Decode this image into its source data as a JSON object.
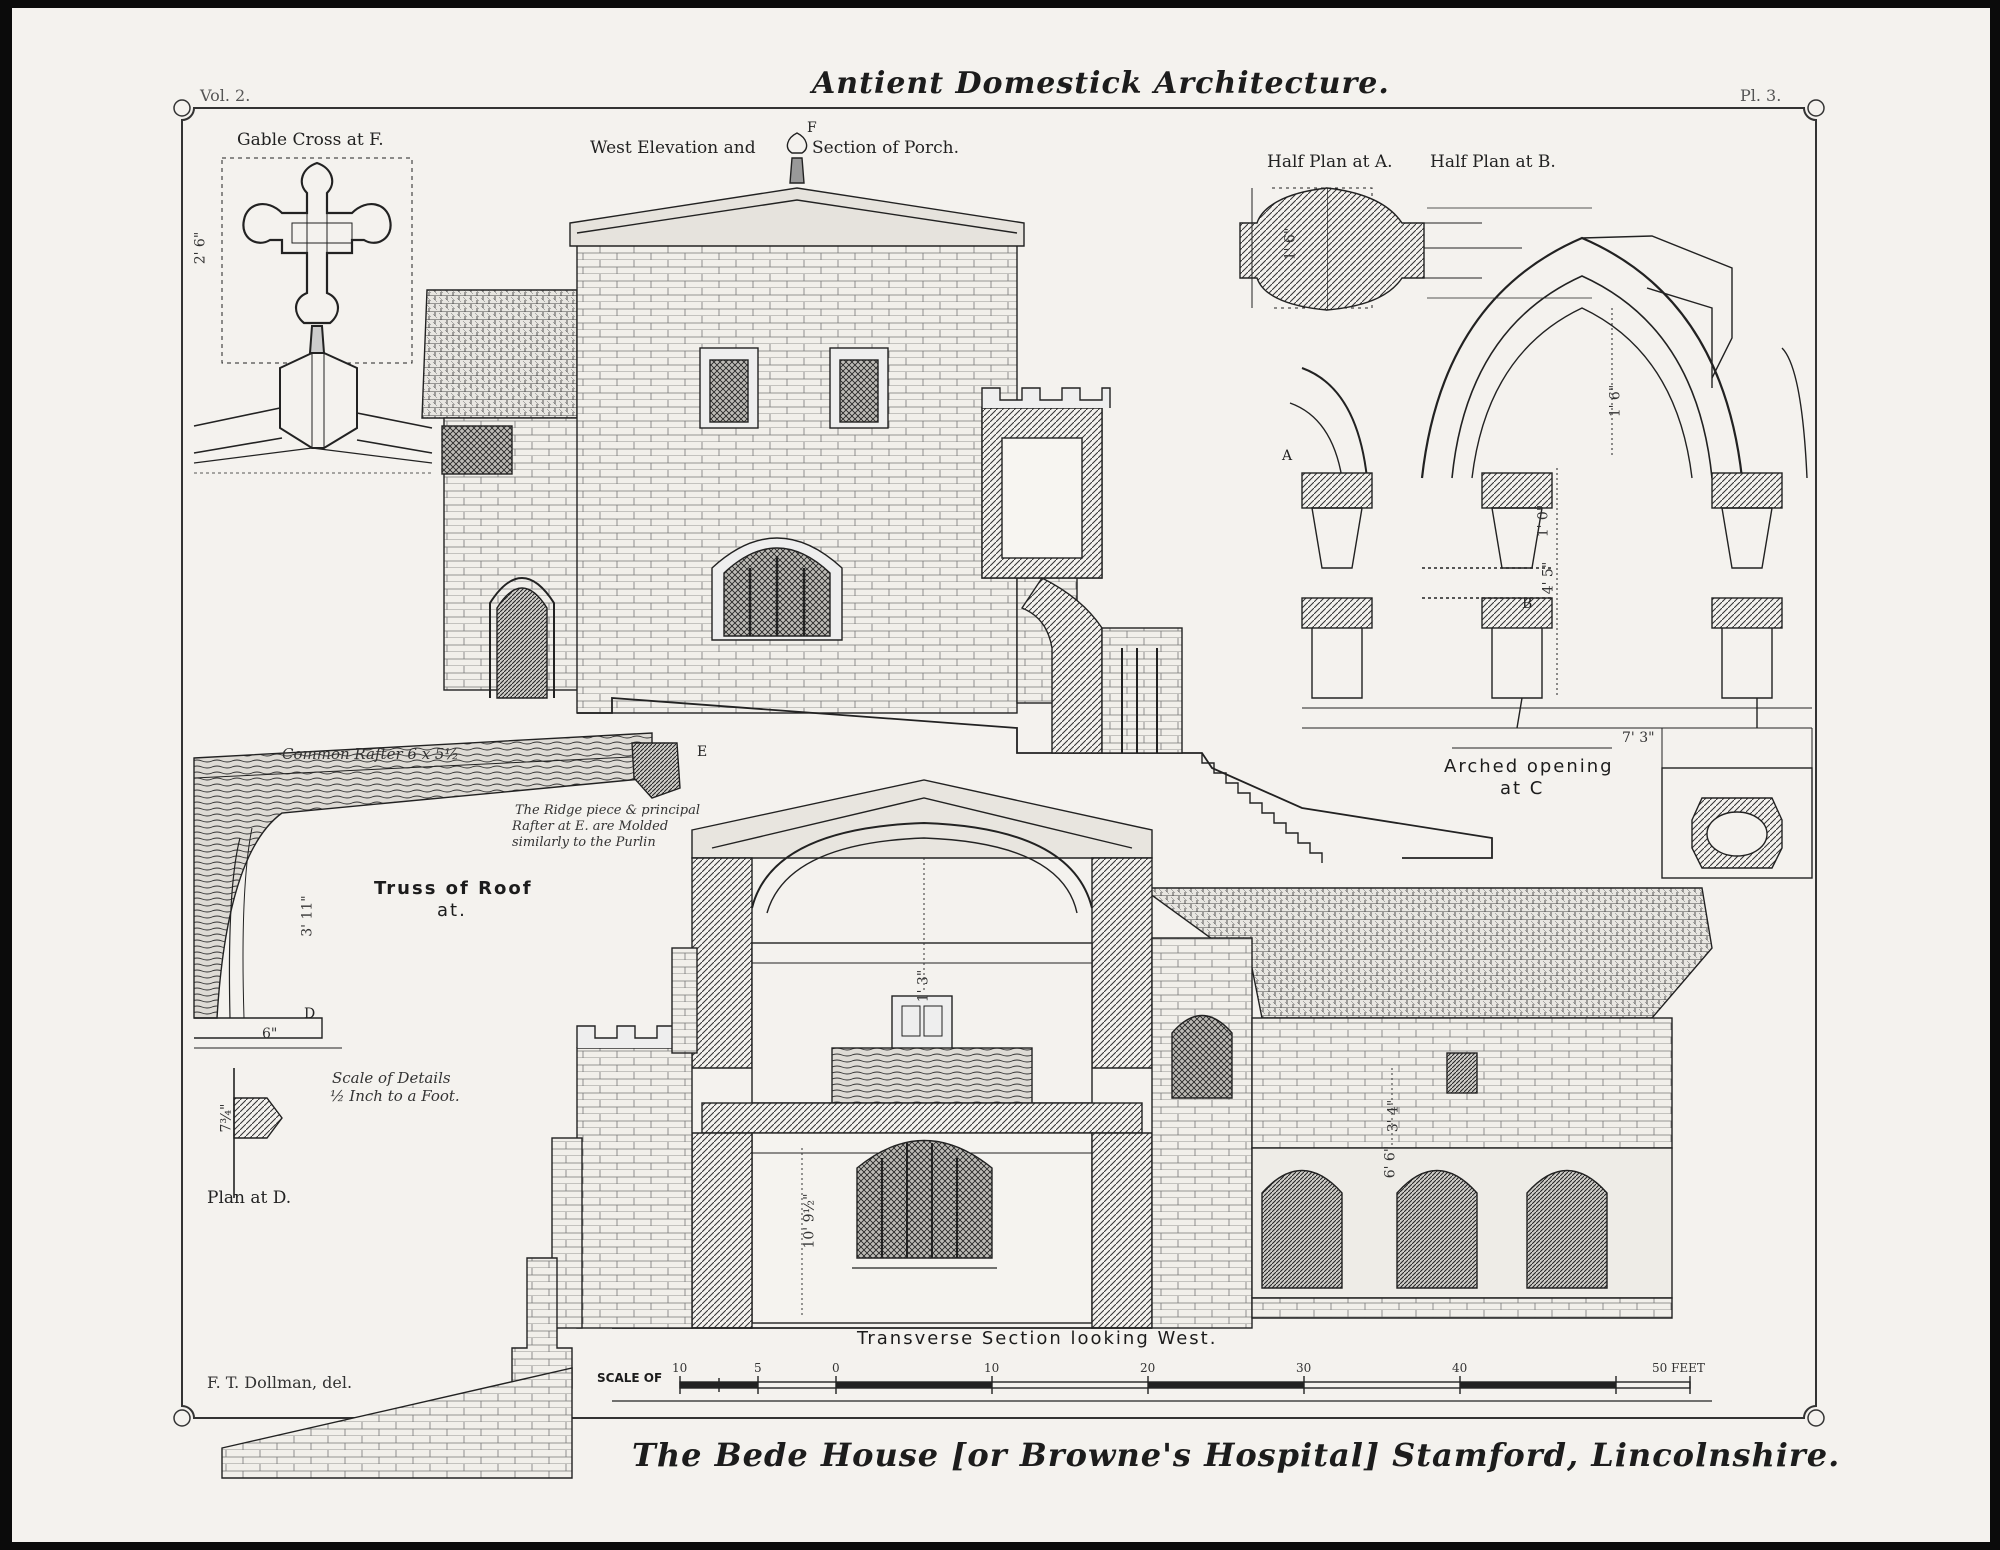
{
  "plate": {
    "title": "Antient Domestick Architecture.",
    "volume": "Vol. 2.",
    "plate_number": "Pl. 3.",
    "caption": "The Bede House [or Browne's Hospital] Stamford, Lincolnshire.",
    "artist": "F. T. Dollman, del."
  },
  "labels": {
    "gable_cross": "Gable Cross at F.",
    "west_elevation": "West Elevation and",
    "section_porch": "Section of Porch.",
    "half_plan_a": "Half Plan at A.",
    "half_plan_b": "Half Plan at B.",
    "arched_opening_1": "Arched opening",
    "arched_opening_2": "at C",
    "truss_1": "Truss of Roof",
    "truss_2": "at.",
    "transverse": "Transverse Section  looking West.",
    "plan_d": "Plan at D.",
    "scale_details_1": "Scale of Details",
    "scale_details_2": "½ Inch to a Foot.",
    "ridge_note_1": "The Ridge piece & principal",
    "ridge_note_2": "Rafter at E. are Molded",
    "ridge_note_3": "similarly to the Purlin",
    "common_rafter": "Common Rafter 6 x 5½",
    "letter_a": "A",
    "letter_b": "B",
    "letter_d": "D",
    "letter_e": "E",
    "letter_f": "F"
  },
  "dimensions": {
    "cross_height": "2' 6\"",
    "plan_depth": "1' 6\"",
    "arch_rise": "1' 6\"",
    "pier_1": "1' 0\"",
    "pier_2": "4' 5\"",
    "opening_width": "7' 3\"",
    "truss_height": "3' 11\"",
    "truss_base": "6\"",
    "plan_d": "7¾\"",
    "section_upper": "1' 3\"",
    "section_lower": "10' 9½\"",
    "wall_1": "3' 4\"",
    "wall_2": "6' 6\""
  },
  "scale_bar": {
    "title": "SCALE OF",
    "ticks": [
      "10",
      "5",
      "0",
      "10",
      "20",
      "30",
      "40",
      "50 FEET"
    ]
  }
}
